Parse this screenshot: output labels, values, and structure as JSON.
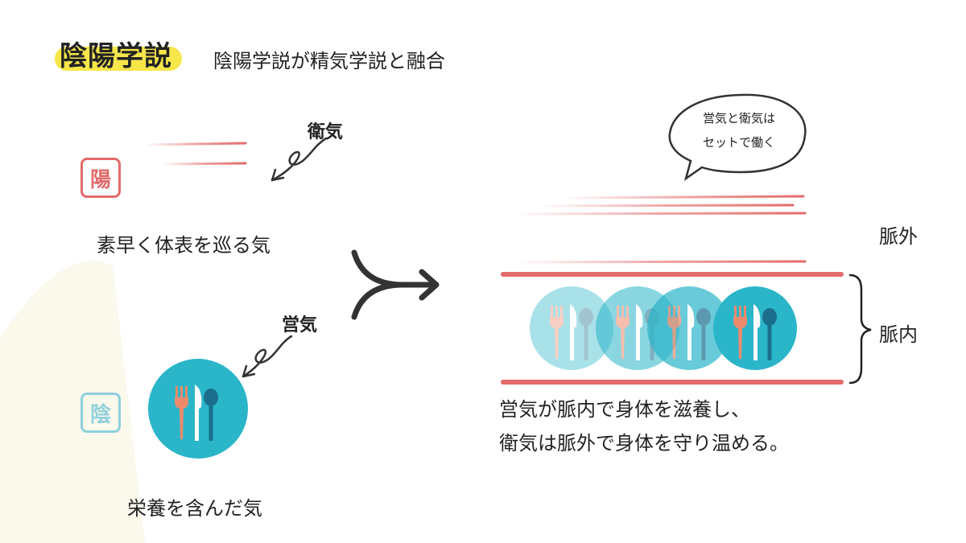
{
  "header": {
    "title": "陰陽学説",
    "subtitle": "陰陽学説が精気学説と融合"
  },
  "left": {
    "yang_badge": "陽",
    "yin_badge": "陰",
    "wei_label": "衛気",
    "ying_label": "営気",
    "yang_caption": "素早く体表を巡る気",
    "yin_caption": "栄養を含んだ気"
  },
  "right": {
    "bubble_line1": "営気と衛気は",
    "bubble_line2": "セットで働く",
    "outside_label": "脈外",
    "inside_label": "脈内",
    "desc_line1": "営気が脈内で身体を滋養し、",
    "desc_line2": "衛気は脈外で身体を守り温める。"
  },
  "colors": {
    "red": "#e36a6a",
    "teal": "#2ab5c9",
    "light_teal": "#8fd0dc",
    "highlight": "#f6e64a"
  }
}
